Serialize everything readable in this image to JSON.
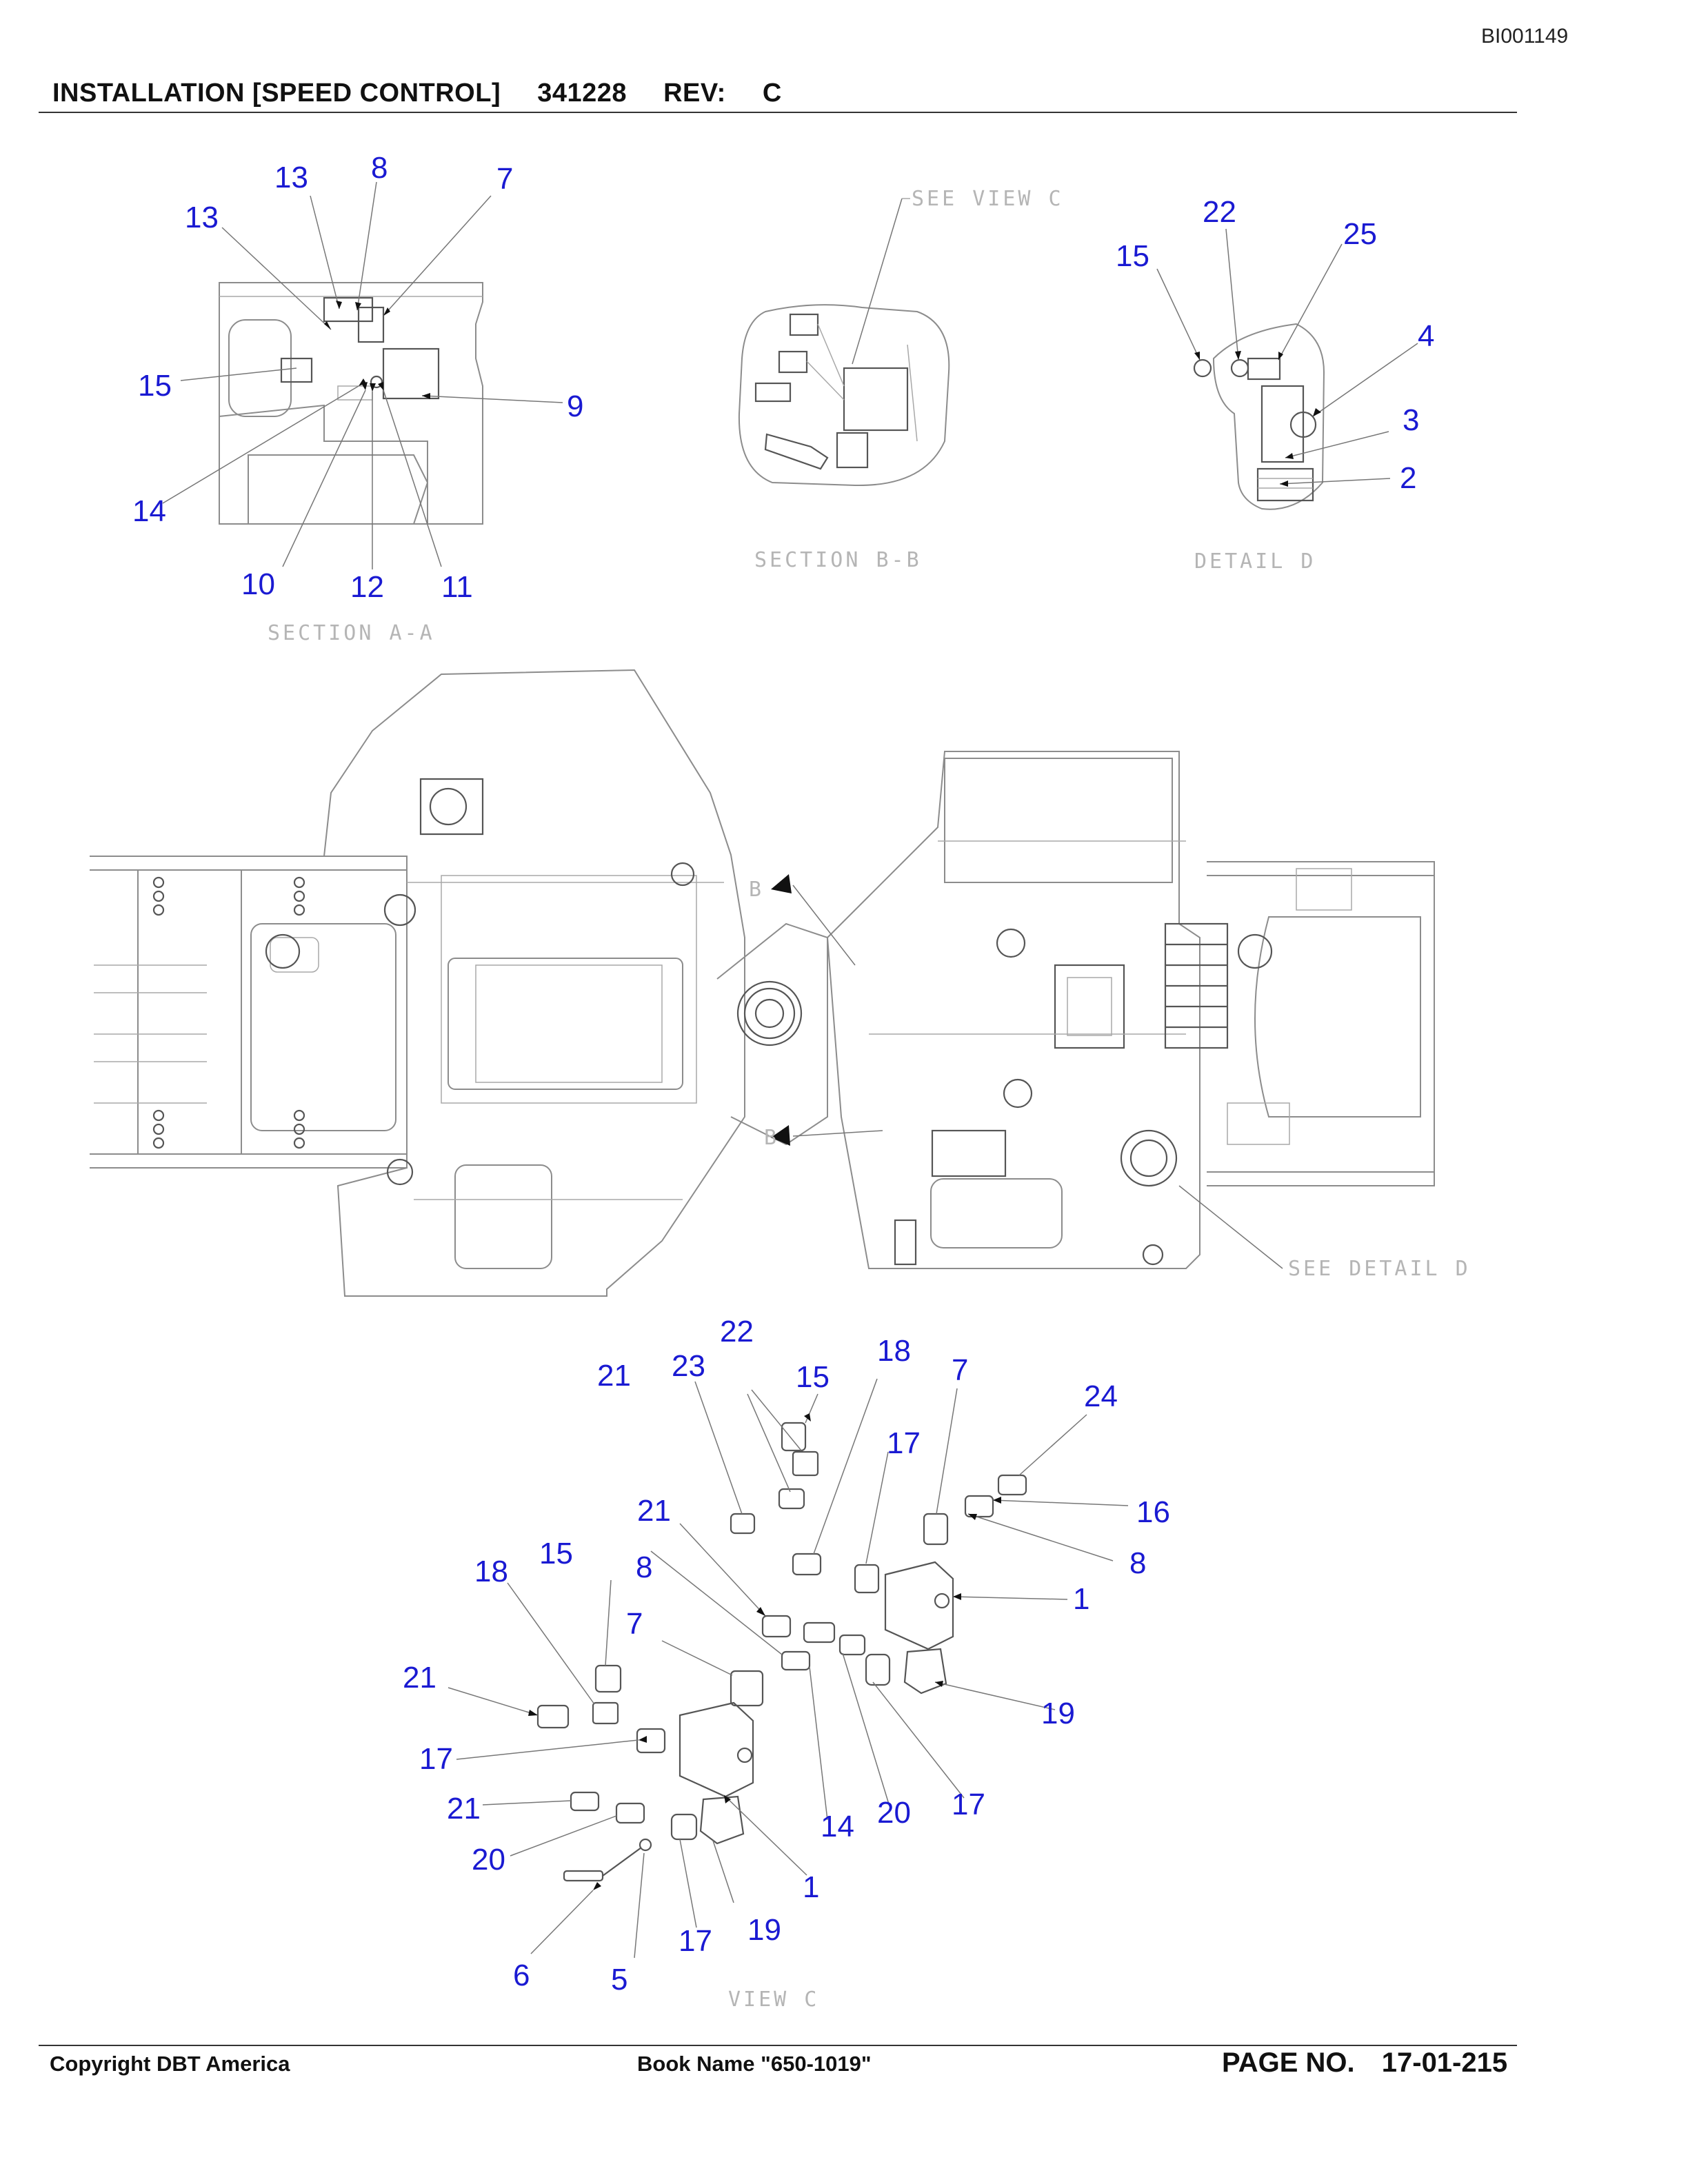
{
  "header": {
    "doc_id": "BI001149",
    "title_parts": [
      "INSTALLATION [SPEED CONTROL]",
      "341228",
      "REV:",
      "C"
    ]
  },
  "views": {
    "section_aa": {
      "label": "SECTION A-A"
    },
    "section_bb": {
      "label": "SECTION B-B",
      "see_ref": "SEE VIEW C"
    },
    "detail_d": {
      "label": "DETAIL D",
      "see_ref": "SEE DETAIL D"
    },
    "view_c": {
      "label": "VIEW C"
    }
  },
  "main_view": {
    "marker": "B"
  },
  "callouts": {
    "section_aa": [
      "13",
      "8",
      "7",
      "13",
      "15",
      "9",
      "14",
      "10",
      "12",
      "11"
    ],
    "detail_d": [
      "22",
      "25",
      "15",
      "4",
      "3",
      "2"
    ],
    "view_c": [
      "22",
      "21",
      "23",
      "15",
      "18",
      "7",
      "24",
      "17",
      "21",
      "16",
      "8",
      "1",
      "18",
      "15",
      "8",
      "7",
      "21",
      "19",
      "17",
      "21",
      "14",
      "20",
      "17",
      "20",
      "1",
      "19",
      "17",
      "6",
      "5"
    ]
  },
  "footer": {
    "copyright": "Copyright DBT America",
    "book_name": "Book Name \"650-1019\"",
    "page_label": "PAGE NO.",
    "page_number": "17-01-215"
  }
}
